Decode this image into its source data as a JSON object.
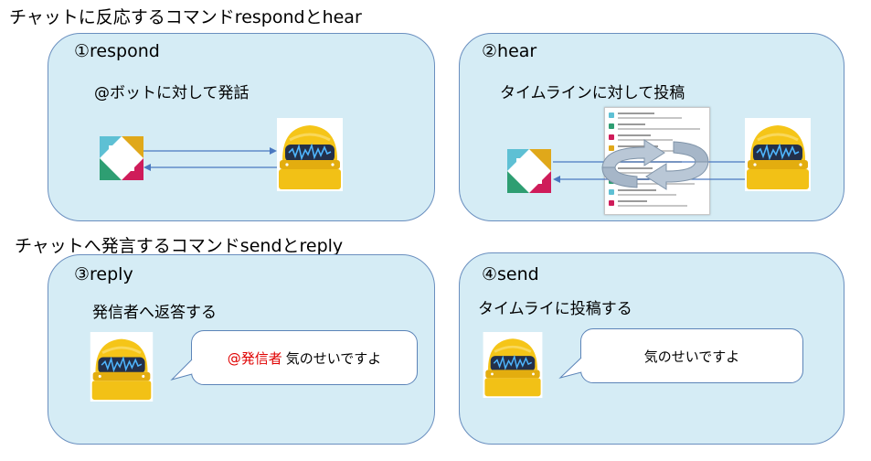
{
  "headings": {
    "respond_hear": "チャットに反応するコマンドrespondとhear",
    "send_reply": "チャットへ発言するコマンドsendとreply"
  },
  "panels": {
    "respond": {
      "title": "①respond",
      "desc": "@ボットに対して発話"
    },
    "hear": {
      "title": "②hear",
      "desc": "タイムラインに対して投稿"
    },
    "reply": {
      "title": "③reply",
      "desc": "発信者へ返答する",
      "bubble_mention": "@発信者",
      "bubble_text": "気のせいですよ"
    },
    "send": {
      "title": "④send",
      "desc": "タイムライに投稿する",
      "bubble_text": "気のせいですよ"
    }
  },
  "icons": {
    "chat_logo": "slack-logo-icon",
    "bot": "bot-helmet-icon",
    "cycle": "circular-arrows-icon",
    "timeline": "chat-timeline-screenshot"
  },
  "colors": {
    "panel_fill": "#d5ecf5",
    "panel_border": "#6a8fbf",
    "mention": "#e00000",
    "arrow": "#4a78c0",
    "logo_cyan": "#5ec0d4",
    "logo_yellow": "#e0a81a",
    "logo_green": "#2e9e72",
    "logo_magenta": "#cf1c5a",
    "bot_yellow": "#f5c518"
  }
}
